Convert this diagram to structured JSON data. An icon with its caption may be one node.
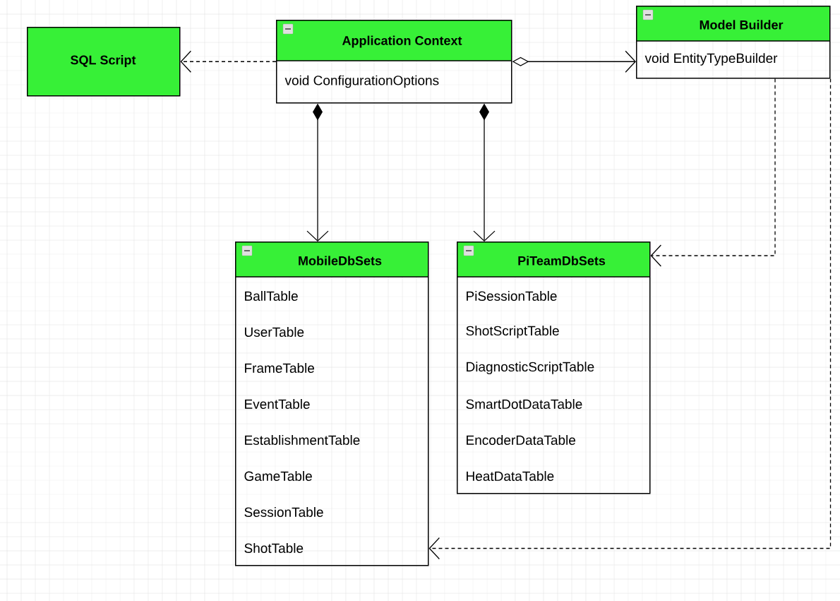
{
  "diagram": {
    "nodes": [
      {
        "text": [
          "SQL Script"
        ]
      },
      {
        "text": [
          "Application Context",
          "void ConfigurationOptions"
        ]
      },
      {
        "text": [
          "Model Builder",
          "void EntityTypeBuilder"
        ]
      },
      {
        "text": [
          "MobileDbSets",
          "BallTable",
          "UserTable",
          "FrameTable",
          "EventTable",
          "EstablishmentTable",
          "GameTable",
          "SessionTable",
          "ShotTable"
        ]
      },
      {
        "text": [
          "PiTeamDbSets",
          "PiSessionTable",
          "ShotScriptTable",
          "DiagnosticScriptTable",
          "SmartDotDataTable",
          "EncoderDataTable",
          "HeatDataTable"
        ]
      }
    ],
    "edges": [
      {
        "from": 1,
        "to": 0,
        "arrow": "to",
        "style": "dashed"
      },
      {
        "from": 1,
        "to": 2,
        "arrow": "to"
      },
      {
        "from": 1,
        "to": 3,
        "arrow": "to"
      },
      {
        "from": 1,
        "to": 4,
        "arrow": "to"
      },
      {
        "from": 2,
        "to": 4,
        "arrow": "to",
        "style": "dashed"
      },
      {
        "from": 2,
        "to": 3,
        "arrow": "to",
        "style": "dashed"
      }
    ]
  }
}
